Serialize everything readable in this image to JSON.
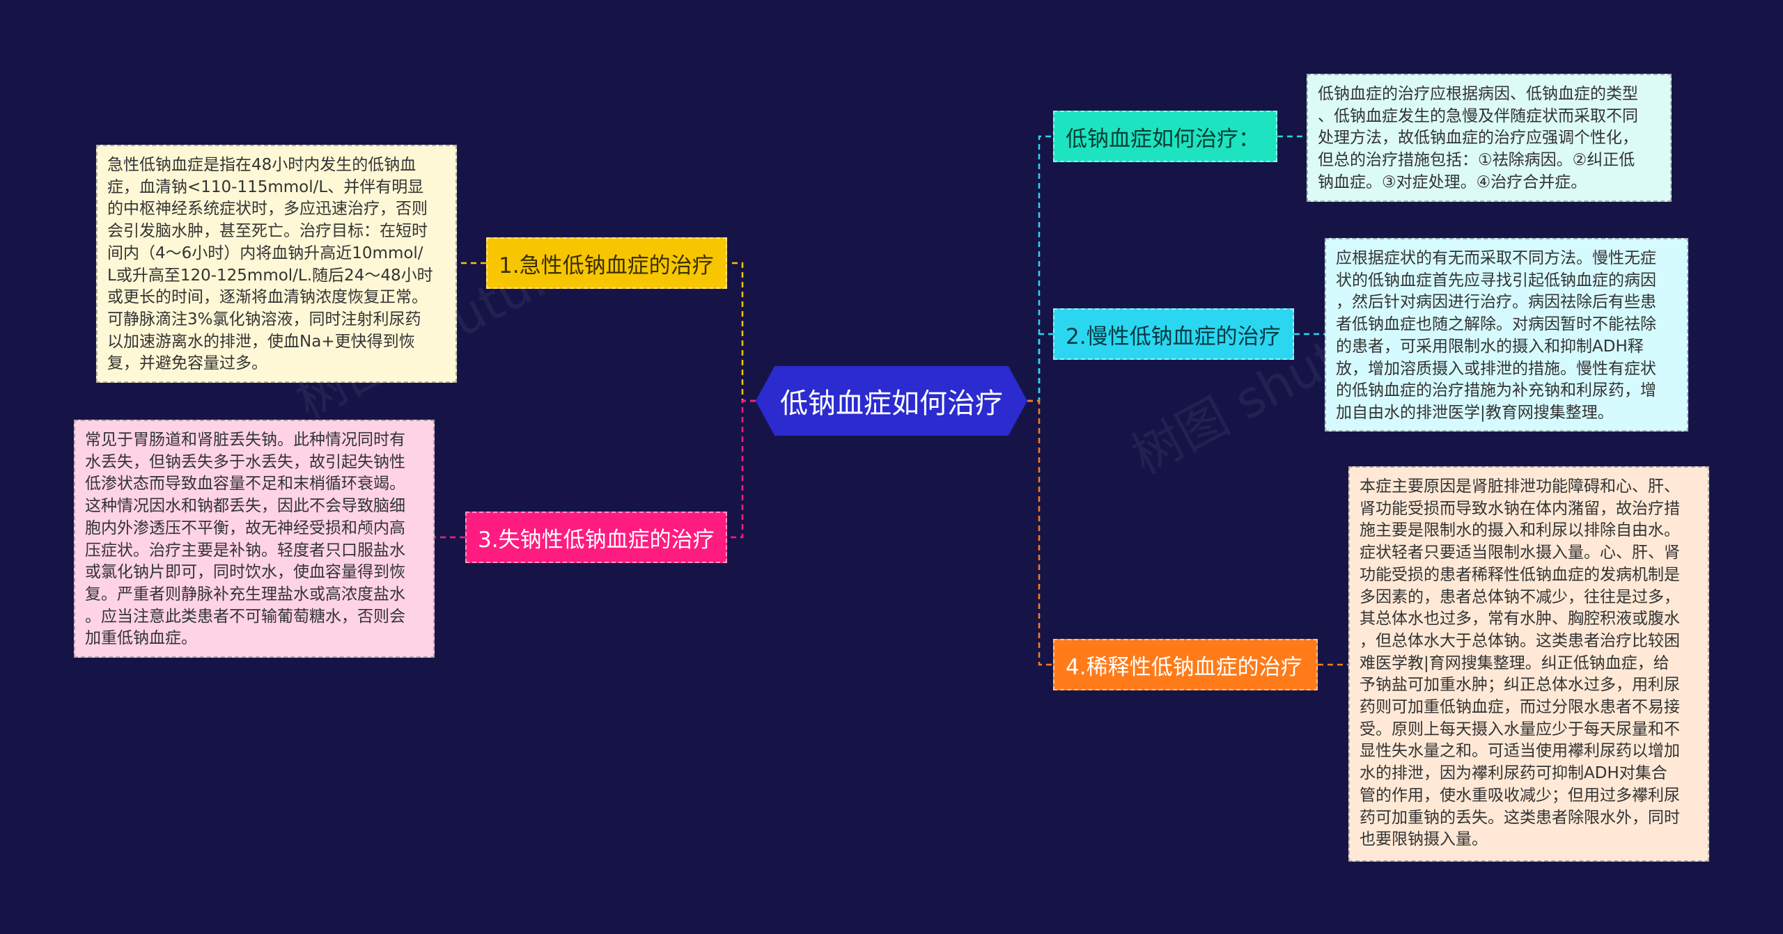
{
  "colors": {
    "background": "#161447",
    "center": "#2b2bd0",
    "branch1": "#f7c600",
    "branch2": "#ff1c80",
    "branch3": "#1de3c0",
    "branch4": "#2bd7f0",
    "branch5": "#ff7b1a",
    "note1": "#fff8d6",
    "note2": "#ffd3e6",
    "note3": "#dcfbf6",
    "note4": "#d6fbff",
    "note5": "#ffe9d6"
  },
  "center": {
    "label": "低钠血症如何治疗"
  },
  "branches": {
    "acute": {
      "label": "1.急性低钠血症的治疗",
      "note": "急性低钠血症是指在48小时内发生的低钠血\n症，血清钠<110-115mmol/L、并伴有明显\n的中枢神经系统症状时，多应迅速治疗，否则\n会引发脑水肿，甚至死亡。治疗目标：在短时\n间内（4～6小时）内将血钠升高近10mmol/\nL或升高至120-125mmol/L.随后24～48小时\n或更长的时间，逐渐将血清钠浓度恢复正常。\n可静脉滴注3%氯化钠溶液，同时注射利尿药\n以加速游离水的排泄，使血Na+更快得到恢\n复，并避免容量过多。"
    },
    "saltLoss": {
      "label": "3.失钠性低钠血症的治疗",
      "note": "常见于胃肠道和肾脏丢失钠。此种情况同时有\n水丢失，但钠丢失多于水丢失，故引起失钠性\n低渗状态而导致血容量不足和末梢循环衰竭。\n这种情况因水和钠都丢失，因此不会导致脑细\n胞内外渗透压不平衡，故无神经受损和颅内高\n压症状。治疗主要是补钠。轻度者只口服盐水\n或氯化钠片即可，同时饮水，使血容量得到恢\n复。严重者则静脉补充生理盐水或高浓度盐水\n。应当注意此类患者不可输葡萄糖水，否则会\n加重低钠血症。"
    },
    "howTreat": {
      "label": "低钠血症如何治疗：",
      "note": "低钠血症的治疗应根据病因、低钠血症的类型\n、低钠血症发生的急慢及伴随症状而采取不同\n处理方法，故低钠血症的治疗应强调个性化，\n但总的治疗措施包括：①祛除病因。②纠正低\n钠血症。③对症处理。④治疗合并症。"
    },
    "chronic": {
      "label": "2.慢性低钠血症的治疗",
      "note": "应根据症状的有无而采取不同方法。慢性无症\n状的低钠血症首先应寻找引起低钠血症的病因\n，然后针对病因进行治疗。病因祛除后有些患\n者低钠血症也随之解除。对病因暂时不能祛除\n的患者，可采用限制水的摄入和抑制ADH释\n放，增加溶质摄入或排泄的措施。慢性有症状\n的低钠血症的治疗措施为补充钠和利尿药，增\n加自由水的排泄医学|教育网搜集整理。"
    },
    "dilution": {
      "label": "4.稀释性低钠血症的治疗",
      "note": "本症主要原因是肾脏排泄功能障碍和心、肝、\n肾功能受损而导致水钠在体内潴留，故治疗措\n施主要是限制水的摄入和利尿以排除自由水。\n症状轻者只要适当限制水摄入量。心、肝、肾\n功能受损的患者稀释性低钠血症的发病机制是\n多因素的，患者总体钠不减少，往往是过多，\n其总体水也过多，常有水肿、胸腔积液或腹水\n，但总体水大于总体钠。这类患者治疗比较困\n难医学教|育网搜集整理。纠正低钠血症，给\n予钠盐可加重水肿；纠正总体水过多，用利尿\n药则可加重低钠血症，而过分限水患者不易接\n受。原则上每天摄入水量应少于每天尿量和不\n显性失水量之和。可适当使用襻利尿药以增加\n水的排泄，因为襻利尿药可抑制ADH对集合\n管的作用，使水重吸收减少；但用过多襻利尿\n药可加重钠的丢失。这类患者除限水外，同时\n也要限钠摄入量。"
    }
  }
}
